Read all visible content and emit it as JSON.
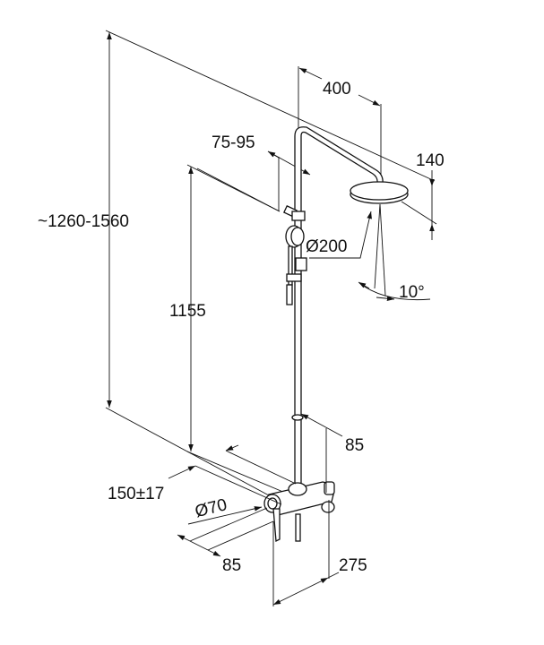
{
  "dimensions": {
    "total_height": "~1260-1560",
    "holder_height": "1155",
    "arm_length": "400",
    "head_drop": "140",
    "holder_offset": "75-95",
    "head_diameter": "Ø200",
    "tilt_angle": "10°",
    "rod_offset": "85",
    "inlet_centers": "150±17",
    "rosette_diameter": "Ø70",
    "mixer_depth": "85",
    "mixer_width": "275"
  },
  "colors": {
    "line": "#111111",
    "background": "#ffffff"
  }
}
